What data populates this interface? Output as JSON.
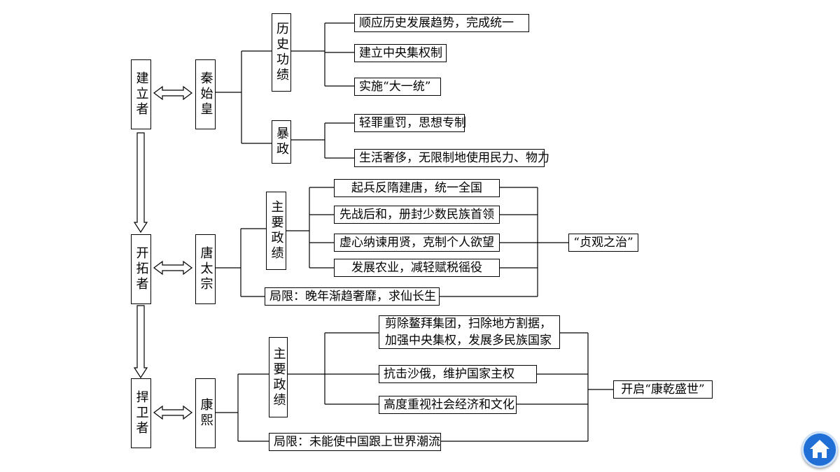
{
  "levels": {
    "founder": "建立者",
    "pioneer": "开拓者",
    "defender": "捍卫者"
  },
  "qin": {
    "name": "秦始皇",
    "achievements_label": "历史功绩",
    "achievements": [
      "顺应历史发展趋势，完成统一",
      "建立中央集权制",
      "实施“大一统”"
    ],
    "tyranny_label": "暴政",
    "tyranny": [
      "轻罪重罚，思想专制",
      "生活奢侈，无限制地使用民力、物力"
    ]
  },
  "tang": {
    "name": "唐太宗",
    "policies_label": "主要政绩",
    "policies": [
      "起兵反隋建唐，统一全国",
      "先战后和，册封少数民族首领",
      "虚心纳谏用贤，克制个人欲望",
      "发展农业，减轻赋税徭役"
    ],
    "limitation": "局限：晚年渐趋奢靡，求仙长生",
    "result": "“贞观之治”"
  },
  "kangxi": {
    "name": "康熙",
    "policies_label": "主要政绩",
    "policies": [
      "剪除鳌拜集团，扫除地方割据，加强中央集权，发展多民族国家",
      "抗击沙俄，维护国家主权",
      "高度重视社会经济和文化"
    ],
    "limitation": "局限：未能使中国跟上世界潮流",
    "result": "开启“康乾盛世”"
  },
  "home_button": {
    "icon": "home-icon"
  }
}
